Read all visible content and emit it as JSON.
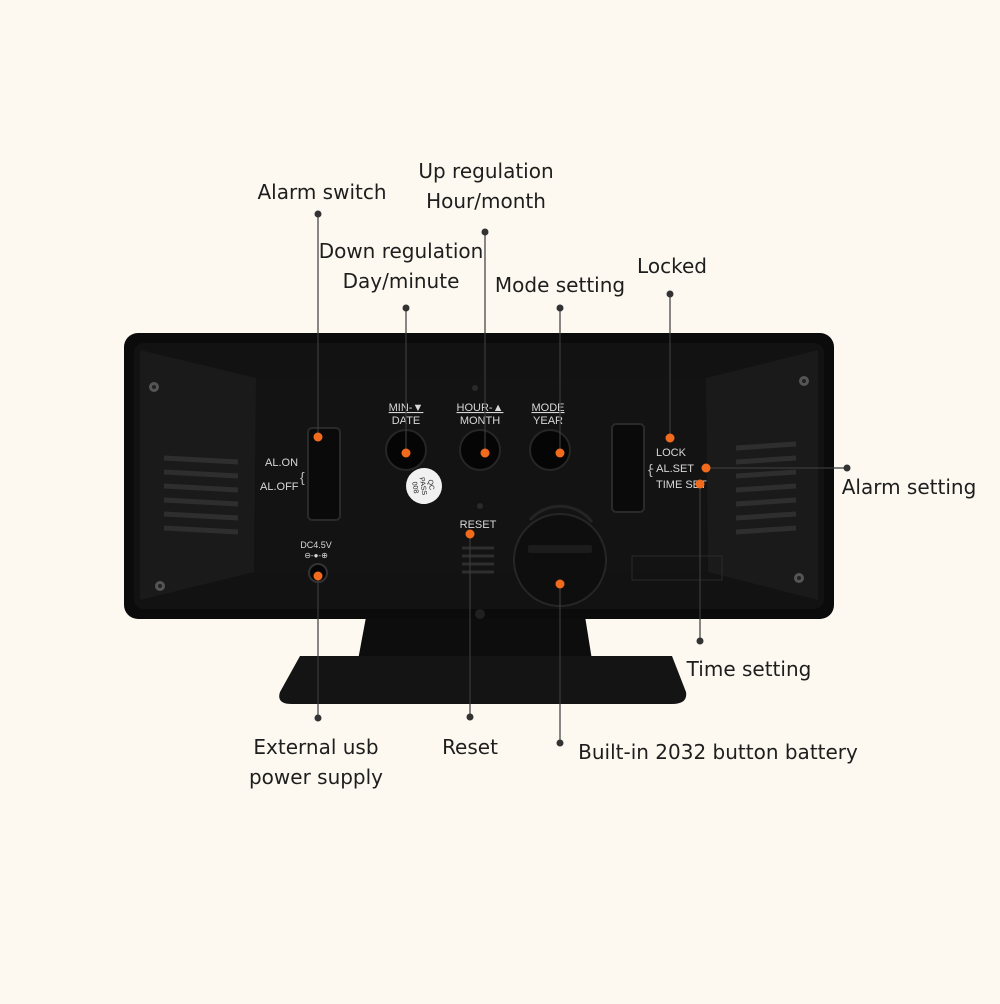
{
  "callouts": {
    "alarm_switch": "Alarm switch",
    "up_regulation": [
      "Up regulation",
      "Hour/month"
    ],
    "down_regulation": [
      "Down regulation",
      "Day/minute"
    ],
    "mode_setting": "Mode setting",
    "locked": "Locked",
    "alarm_setting": "Alarm setting",
    "time_setting": "Time setting",
    "external_usb": [
      "External usb",
      "power supply"
    ],
    "reset": "Reset",
    "battery": "Built-in 2032 button battery"
  },
  "device": {
    "btn_min_top": "MIN-▼",
    "btn_min_bottom": "DATE",
    "btn_hour_top": "HOUR-▲",
    "btn_hour_bottom": "MONTH",
    "btn_mode_top": "MODE",
    "btn_mode_bottom": "YEAR",
    "al_on": "AL.ON",
    "al_off": "AL.OFF",
    "lock": "LOCK",
    "al_set": "- AL.SET",
    "time_set": "TIME SET",
    "reset_label": "RESET",
    "dc_label": "DC4.5V",
    "qc_sticker": [
      "QC",
      "PASS",
      "008"
    ]
  },
  "colors": {
    "background": "#fdf9f0",
    "device": "#111111",
    "accent_dot": "#f26b1d",
    "leader_line": "#3a3a3a"
  }
}
